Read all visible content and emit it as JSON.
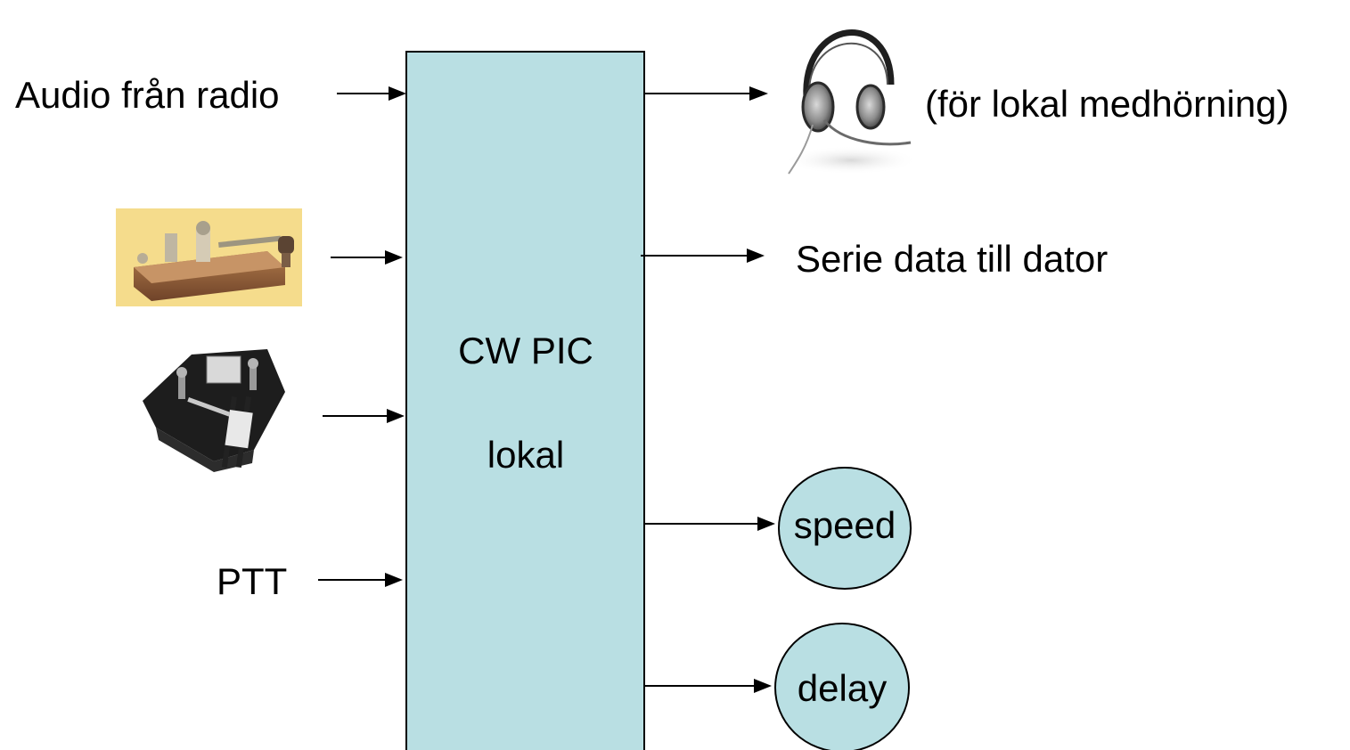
{
  "diagram": {
    "block": {
      "line1": "CW PIC",
      "line2": "lokal"
    },
    "inputs": {
      "audio": "Audio från radio",
      "straight_key": "straight-key-image",
      "paddle_key": "paddle-key-image",
      "ptt": "PTT"
    },
    "outputs": {
      "headset_icon": "headset-icon",
      "headset_note": "(för lokal medhörning)",
      "serial": "Serie data till dator",
      "speed": "speed",
      "delay": "delay"
    },
    "colors": {
      "block_fill": "#b9dfe3",
      "circle_fill": "#b9dfe3",
      "line": "#000000",
      "straight_key_bg": "#f5dc8c"
    }
  }
}
